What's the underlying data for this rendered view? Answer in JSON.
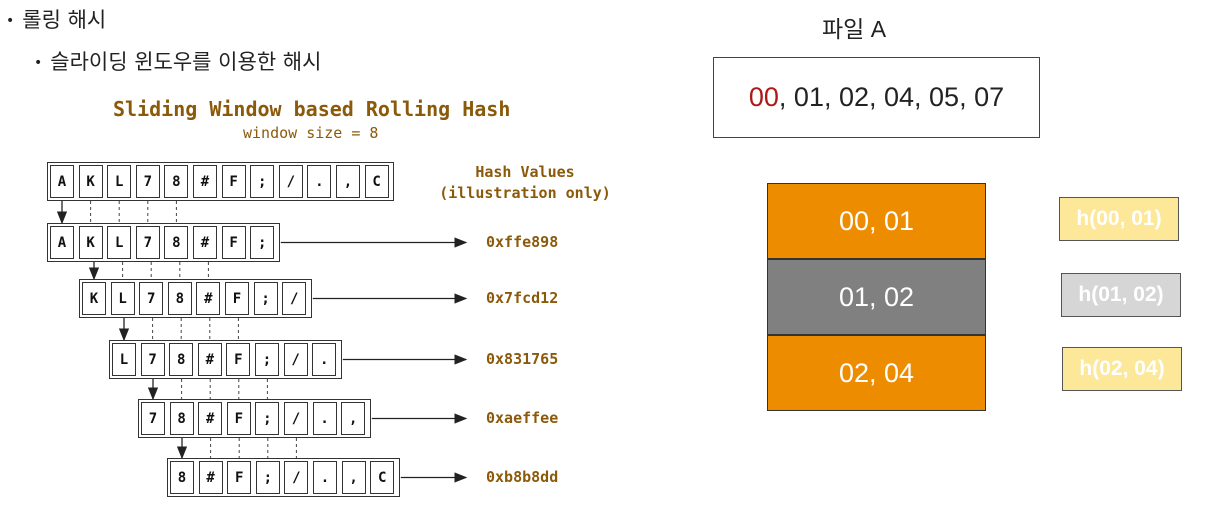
{
  "bullets": {
    "level1": "롤링 해시",
    "level2": "슬라이딩 윈도우를 이용한 해시",
    "dot": "•"
  },
  "diagram": {
    "title": "Sliding Window based Rolling Hash",
    "subtitle": "window size = 8",
    "hash_header_line1": "Hash Values",
    "hash_header_line2": "(illustration only)",
    "source_chars": [
      "A",
      "K",
      "L",
      "7",
      "8",
      "#",
      "F",
      ";",
      "/",
      ".",
      ",",
      "C"
    ],
    "window_size": 8,
    "windows": [
      {
        "chars": [
          "A",
          "K",
          "L",
          "7",
          "8",
          "#",
          "F",
          ";"
        ],
        "hash": "0xffe898"
      },
      {
        "chars": [
          "K",
          "L",
          "7",
          "8",
          "#",
          "F",
          ";",
          "/"
        ],
        "hash": "0x7fcd12"
      },
      {
        "chars": [
          "L",
          "7",
          "8",
          "#",
          "F",
          ";",
          "/",
          "."
        ],
        "hash": "0x831765"
      },
      {
        "chars": [
          "7",
          "8",
          "#",
          "F",
          ";",
          "/",
          ".",
          ","
        ],
        "hash": "0xaeffee"
      },
      {
        "chars": [
          "8",
          "#",
          "F",
          ";",
          "/",
          ".",
          ",",
          "C"
        ],
        "hash": "0xb8b8dd"
      }
    ]
  },
  "file": {
    "label": "파일 A",
    "first_value": "00",
    "rest_values": ", 01, 02, 04, 05, 07",
    "first_color": "#b01818"
  },
  "chunks": [
    {
      "text": "00, 01",
      "color": "#ee8c00",
      "hash": "h(00, 01)",
      "hash_color": "#fde89a"
    },
    {
      "text": "01, 02",
      "color": "#808080",
      "hash": "h(01, 02)",
      "hash_color": "#d6d6d6"
    },
    {
      "text": "02, 04",
      "color": "#ee8c00",
      "hash": "h(02, 04)",
      "hash_color": "#fde89a"
    }
  ]
}
